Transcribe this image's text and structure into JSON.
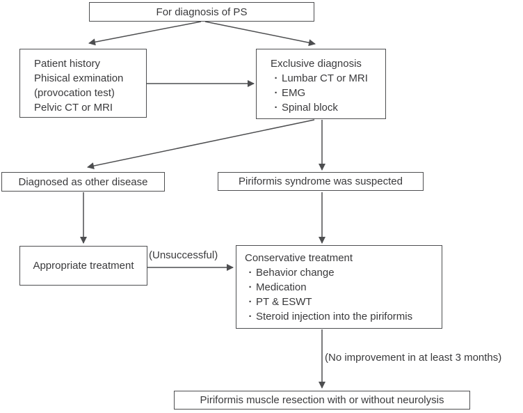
{
  "diagram": {
    "title_box": "For diagnosis of PS",
    "patient_box": {
      "lines": [
        "Patient history",
        "Phisical exmination",
        "(provocation test)",
        "Pelvic CT or MRI"
      ]
    },
    "exclusive_box": {
      "title": "Exclusive diagnosis",
      "bullets": [
        "Lumbar CT or MRI",
        "EMG",
        "Spinal block"
      ]
    },
    "other_disease_box": "Diagnosed as other disease",
    "suspected_box": "Piriformis syndrome was suspected",
    "appropriate_box": "Appropriate treatment",
    "conservative_box": {
      "title": "Conservative treatment",
      "bullets": [
        "Behavior change",
        "Medication",
        "PT & ESWT",
        "Steroid injection into the piriformis"
      ]
    },
    "resection_box": "Piriformis muscle resection with or without neurolysis",
    "labels": {
      "unsuccessful": "(Unsuccessful)",
      "no_improvement": "(No improvement in at least 3 months)"
    },
    "bullet_char": "·",
    "colors": {
      "line": "#4d4e50",
      "text": "#39393b",
      "background": "#ffffff"
    }
  }
}
